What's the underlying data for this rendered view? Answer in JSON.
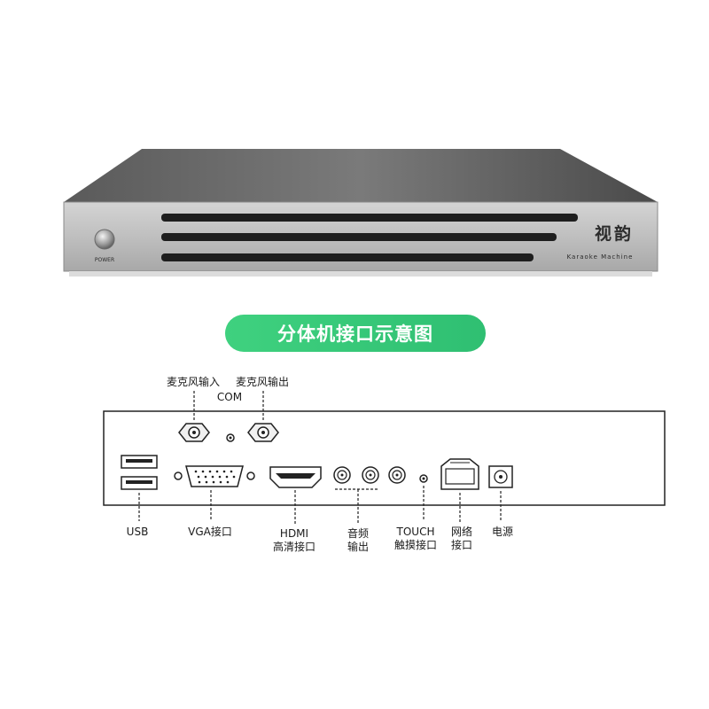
{
  "device": {
    "brand": "视韵",
    "subtitle": "Karaoke Machine",
    "power_label": "POWER"
  },
  "banner": {
    "title": "分体机接口示意图",
    "color": "#3ccc7e"
  },
  "ports": {
    "mic_in": "麦克风输入",
    "com": "COM",
    "mic_out": "麦克风输出",
    "usb": "USB",
    "vga": "VGA接口",
    "hdmi_line1": "HDMI",
    "hdmi_line2": "高清接口",
    "audio_line1": "音频",
    "audio_line2": "输出",
    "touch_line1": "TOUCH",
    "touch_line2": "触摸接口",
    "net_line1": "网络",
    "net_line2": "接口",
    "power": "电源"
  }
}
